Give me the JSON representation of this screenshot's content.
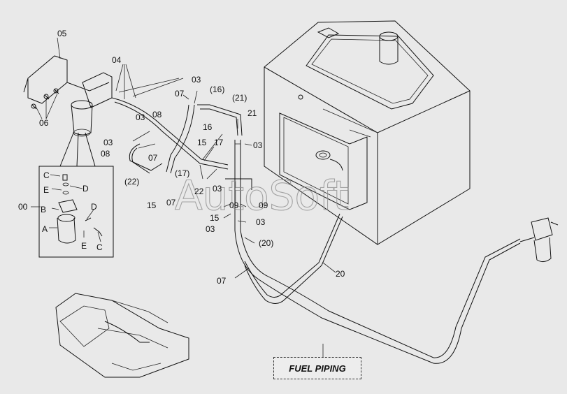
{
  "diagram": {
    "title": "FUEL PIPING",
    "watermark": "AutoSoft",
    "callouts": {
      "c05": "05",
      "c04": "04",
      "c06": "06",
      "c03a": "03",
      "c07a": "07",
      "c16p": "(16)",
      "c21p": "(21)",
      "c21": "21",
      "c16": "16",
      "c08a": "08",
      "c03b": "03",
      "c03c": "03",
      "c08b": "08",
      "c07b": "07",
      "c15a": "15",
      "c17": "17",
      "c03d": "03",
      "c17p": "(17)",
      "c22p": "(22)",
      "c22": "22",
      "c03e": "03",
      "c09a": "09",
      "c09b": "09",
      "c15b": "15",
      "c07c": "07",
      "c15c": "15",
      "c03f": "03",
      "c03g": "03",
      "c20p": "(20)",
      "c07d": "07",
      "c20": "20",
      "c00": "00"
    },
    "inset": {
      "A": "A",
      "B": "B",
      "C1": "C",
      "C2": "C",
      "D1": "D",
      "D2": "D",
      "E1": "E",
      "E2": "E"
    }
  }
}
